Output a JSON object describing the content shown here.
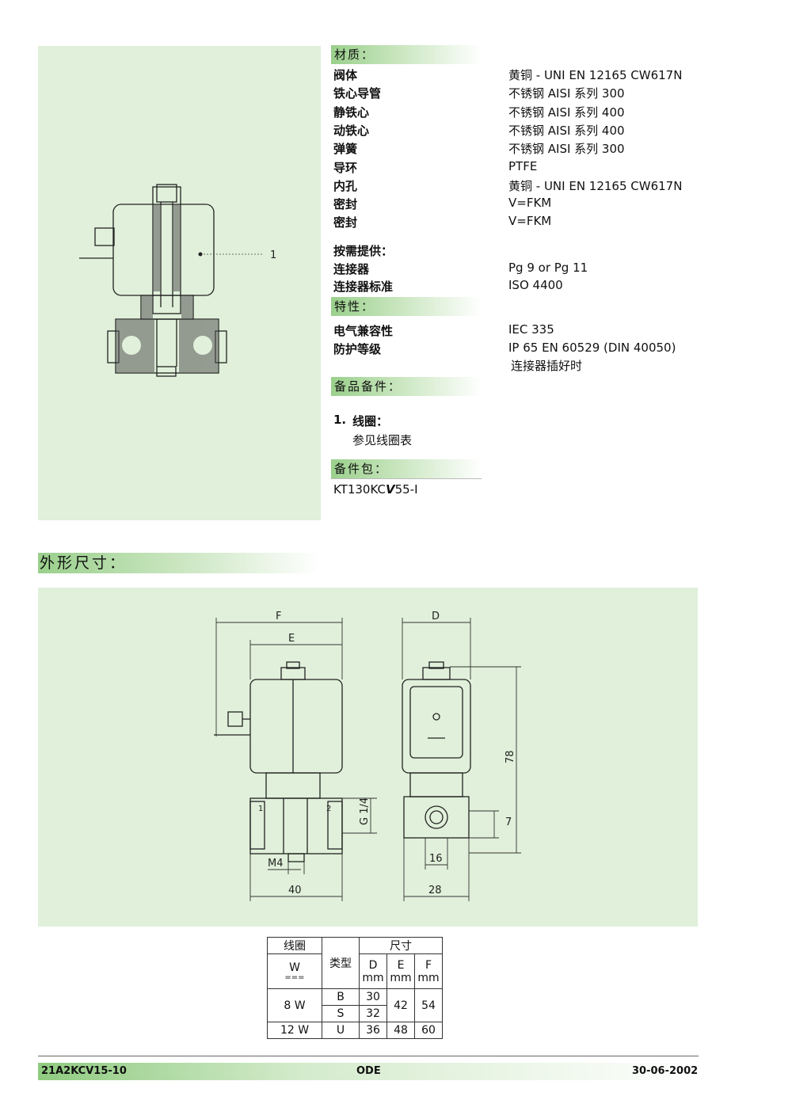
{
  "materials": {
    "heading": "材质：",
    "rows": [
      {
        "label": "阀体",
        "value": "黄铜 - UNI EN 12165 CW617N"
      },
      {
        "label": "铁心导管",
        "value": "不锈钢 AISI 系列 300"
      },
      {
        "label": "静铁心",
        "value": "不锈钢 AISI 系列 400"
      },
      {
        "label": "动铁心",
        "value": "不锈钢 AISI 系列 400"
      },
      {
        "label": "弹簧",
        "value": "不锈钢 AISI 系列 300"
      },
      {
        "label": "导环",
        "value": "PTFE"
      },
      {
        "label": "内孔",
        "value": "黄铜 - UNI EN 12165 CW617N"
      },
      {
        "label": "密封",
        "value": "V=FKM"
      },
      {
        "label": "密封",
        "value": "V=FKM"
      }
    ]
  },
  "on_request": {
    "heading": "按需提供：",
    "rows": [
      {
        "label": "连接器",
        "value": "Pg 9 or Pg 11"
      },
      {
        "label": "连接器标准",
        "value": "ISO 4400"
      }
    ]
  },
  "features": {
    "heading": "特性：",
    "rows": [
      {
        "label": "电气兼容性",
        "value": "IEC 335"
      },
      {
        "label": "防护等级",
        "value": "IP 65 EN 60529 (DIN 40050)",
        "note": "连接器插好时"
      }
    ]
  },
  "spare_parts": {
    "heading": "备品备件：",
    "item_number": "1.",
    "item_title": "线圈：",
    "item_desc": "参见线圈表"
  },
  "kit": {
    "heading": "备件包：",
    "code_prefix": "KT130KC",
    "code_italic": "V",
    "code_suffix": "55-I"
  },
  "section_view": {
    "callout": "1"
  },
  "dimensions": {
    "heading": "外形尺寸：",
    "labels": {
      "F": "F",
      "E": "E",
      "D": "D",
      "G": "G 1/4",
      "h78": "78",
      "h7": "7",
      "w16": "16",
      "w28": "28",
      "w40": "40",
      "M4": "M4",
      "port1": "1",
      "port2": "2"
    }
  },
  "table": {
    "coil_header": "线圈",
    "type_header": "类型",
    "size_header": "尺寸",
    "w_label": "W",
    "dc_symbol": "===",
    "cols": [
      {
        "letter": "D",
        "unit": "mm"
      },
      {
        "letter": "E",
        "unit": "mm"
      },
      {
        "letter": "F",
        "unit": "mm"
      }
    ],
    "rows": [
      {
        "power": "8 W",
        "types": [
          "B",
          "S"
        ],
        "d": [
          "30",
          "32"
        ],
        "e": "42",
        "f": "54"
      },
      {
        "power": "12 W",
        "types": [
          "U"
        ],
        "d": [
          "36"
        ],
        "e": "48",
        "f": "60"
      }
    ]
  },
  "footer": {
    "left": "21A2KCV15-10",
    "center": "ODE",
    "right": "30-06-2002"
  }
}
